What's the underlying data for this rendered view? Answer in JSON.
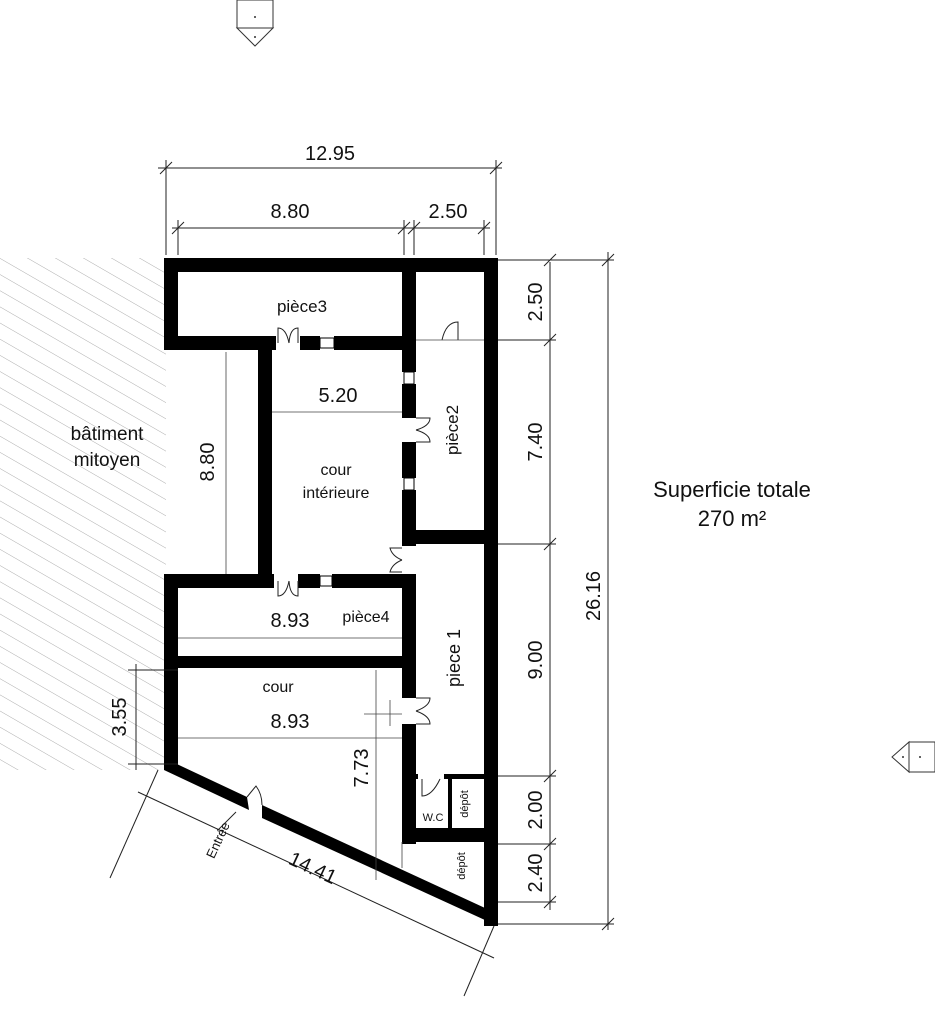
{
  "dimensions": {
    "top_total": "12.95",
    "top_left": "8.80",
    "top_right": "2.50",
    "right_total": "26.16",
    "right_seg1": "2.50",
    "right_seg2": "7.40",
    "right_seg3": "9.00",
    "right_seg4": "2.00",
    "right_seg5": "2.40",
    "courtyard_width": "5.20",
    "courtyard_height": "8.80",
    "piece4_width": "8.93",
    "cour_width": "8.93",
    "cour_height": "7.73",
    "cour_left": "3.55",
    "diagonal": "14.41"
  },
  "rooms": {
    "piece3": "pièce3",
    "piece2": "pièce2",
    "piece4": "pièce4",
    "piece1": "piece 1",
    "cour_line1": "cour",
    "cour_line2": "intérieure",
    "cour": "cour",
    "wc": "W.C",
    "depot1": "dépôt",
    "depot2": "dépôt"
  },
  "labels": {
    "entree": "Entrée",
    "batiment_line1": "bâtiment",
    "batiment_line2": "mitoyen",
    "superficie_line1": "Superficie totale",
    "superficie_line2": "270 m²"
  }
}
